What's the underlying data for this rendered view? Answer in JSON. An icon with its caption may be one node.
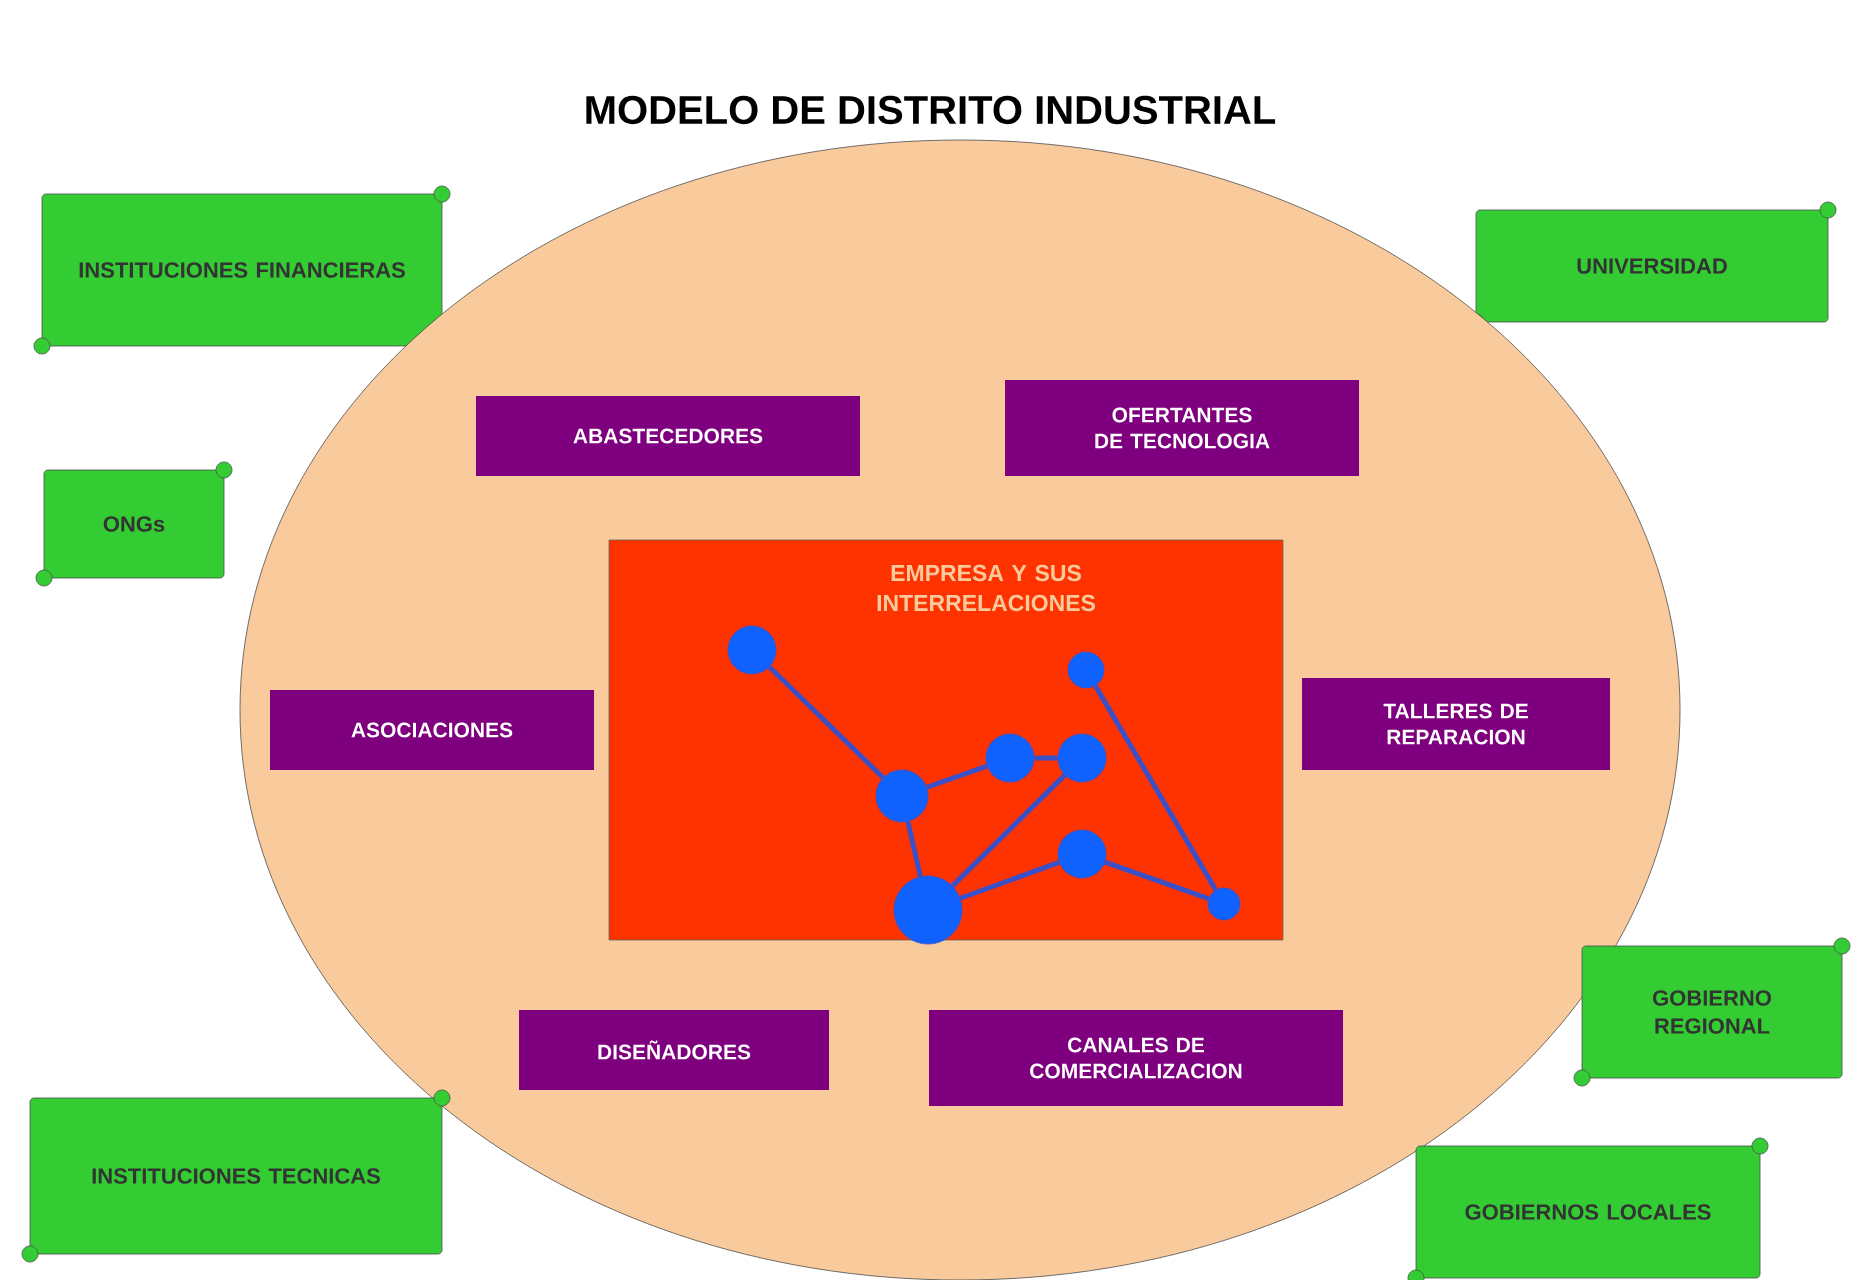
{
  "diagram": {
    "title": "MODELO DE DISTRITO INDUSTRIAL",
    "nodes": [
      {
        "text": [
          "INSTITUCIONES FINANCIERAS"
        ]
      },
      {
        "text": [
          "UNIVERSIDAD"
        ]
      },
      {
        "text": [],
        "shape": "ellipse"
      },
      {
        "text": [
          "ABASTECEDORES"
        ],
        "in": 2
      },
      {
        "text": [
          "OFERTANTES DE TECNOLOGIA"
        ],
        "in": 2
      },
      {
        "text": [
          "ONGs"
        ]
      },
      {
        "text": [
          "EMPRESA Y SUS INTERRELACIONES"
        ],
        "in": 2
      },
      {
        "text": [
          "ASOCIACIONES"
        ],
        "in": 2
      },
      {
        "text": [
          "TALLERES DE REPARACION"
        ],
        "in": 2
      },
      {
        "text": [],
        "shape": "circle",
        "in": 6
      },
      {
        "text": [],
        "shape": "circle",
        "in": 6
      },
      {
        "text": [],
        "shape": "circle",
        "in": 6
      },
      {
        "text": [],
        "shape": "circle",
        "in": 6
      },
      {
        "text": [],
        "shape": "circle",
        "in": 6
      },
      {
        "text": [],
        "shape": "circle",
        "in": 6
      },
      {
        "text": [],
        "shape": "circle",
        "in": 6
      },
      {
        "text": [],
        "shape": "circle",
        "in": 6
      },
      {
        "text": [
          "GOBIERNO REGIONAL"
        ]
      },
      {
        "text": [
          "DISEÑADORES"
        ],
        "in": 2
      },
      {
        "text": [
          "CANALES DE COMERCIALIZACION"
        ],
        "in": 2
      },
      {
        "text": [
          "INSTITUCIONES TECNICAS"
        ]
      },
      {
        "text": [
          "GOBIERNOS LOCALES"
        ]
      }
    ],
    "edges": [
      {
        "from": 9,
        "to": 11,
        "arrow": "none"
      },
      {
        "from": 11,
        "to": 12,
        "arrow": "none"
      },
      {
        "from": 12,
        "to": 13,
        "arrow": "none"
      },
      {
        "from": 11,
        "to": 15,
        "arrow": "none"
      },
      {
        "from": 15,
        "to": 13,
        "arrow": "none"
      },
      {
        "from": 15,
        "to": 14,
        "arrow": "none"
      },
      {
        "from": 14,
        "to": 16,
        "arrow": "none"
      },
      {
        "from": 10,
        "to": 16,
        "arrow": "none"
      }
    ]
  }
}
